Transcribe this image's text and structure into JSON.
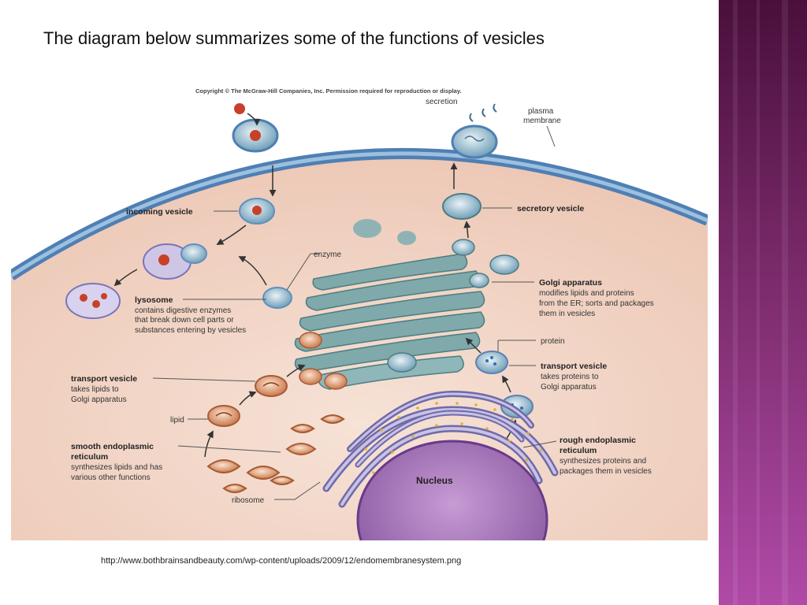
{
  "slide": {
    "title": "The diagram below summarizes some of the functions of vesicles",
    "source_url": "http://www.bothbrainsandbeauty.com/wp-content/uploads/2009/12/endomembranesystem.png"
  },
  "diagram": {
    "copyright": "Copyright © The McGraw-Hill Companies, Inc. Permission required for reproduction or display.",
    "labels": {
      "secretion": "secretion",
      "plasma_membrane_1": "plasma",
      "plasma_membrane_2": "membrane",
      "incoming_vesicle": "incoming vesicle",
      "secretory_vesicle": "secretory vesicle",
      "enzyme": "enzyme",
      "golgi_title": "Golgi apparatus",
      "golgi_desc_1": "modifies lipids and proteins",
      "golgi_desc_2": "from the ER; sorts and packages",
      "golgi_desc_3": "them in vesicles",
      "lysosome_title": "lysosome",
      "lysosome_desc_1": "contains digestive enzymes",
      "lysosome_desc_2": "that break down cell parts or",
      "lysosome_desc_3": "substances entering by vesicles",
      "protein": "protein",
      "transport_vesicle_right_title": "transport vesicle",
      "transport_vesicle_right_desc_1": "takes proteins to",
      "transport_vesicle_right_desc_2": "Golgi apparatus",
      "transport_vesicle_left_title": "transport vesicle",
      "transport_vesicle_left_desc_1": "takes lipids to",
      "transport_vesicle_left_desc_2": "Golgi apparatus",
      "lipid": "lipid",
      "smooth_er_title_1": "smooth endoplasmic",
      "smooth_er_title_2": "reticulum",
      "smooth_er_desc_1": "synthesizes lipids and has",
      "smooth_er_desc_2": "various other functions",
      "rough_er_title_1": "rough endoplasmic",
      "rough_er_title_2": "reticulum",
      "rough_er_desc_1": "synthesizes proteins and",
      "rough_er_desc_2": "packages them in vesicles",
      "ribosome": "ribosome",
      "nucleus": "Nucleus"
    }
  },
  "colors": {
    "side_band_top": "#4a0f3c",
    "side_band_bottom": "#b04aa8",
    "cytoplasm": "#f2d2c2",
    "membrane": "#5f8fc0",
    "golgi": "#6e9fa3",
    "nucleus": "#9a6ab0"
  }
}
